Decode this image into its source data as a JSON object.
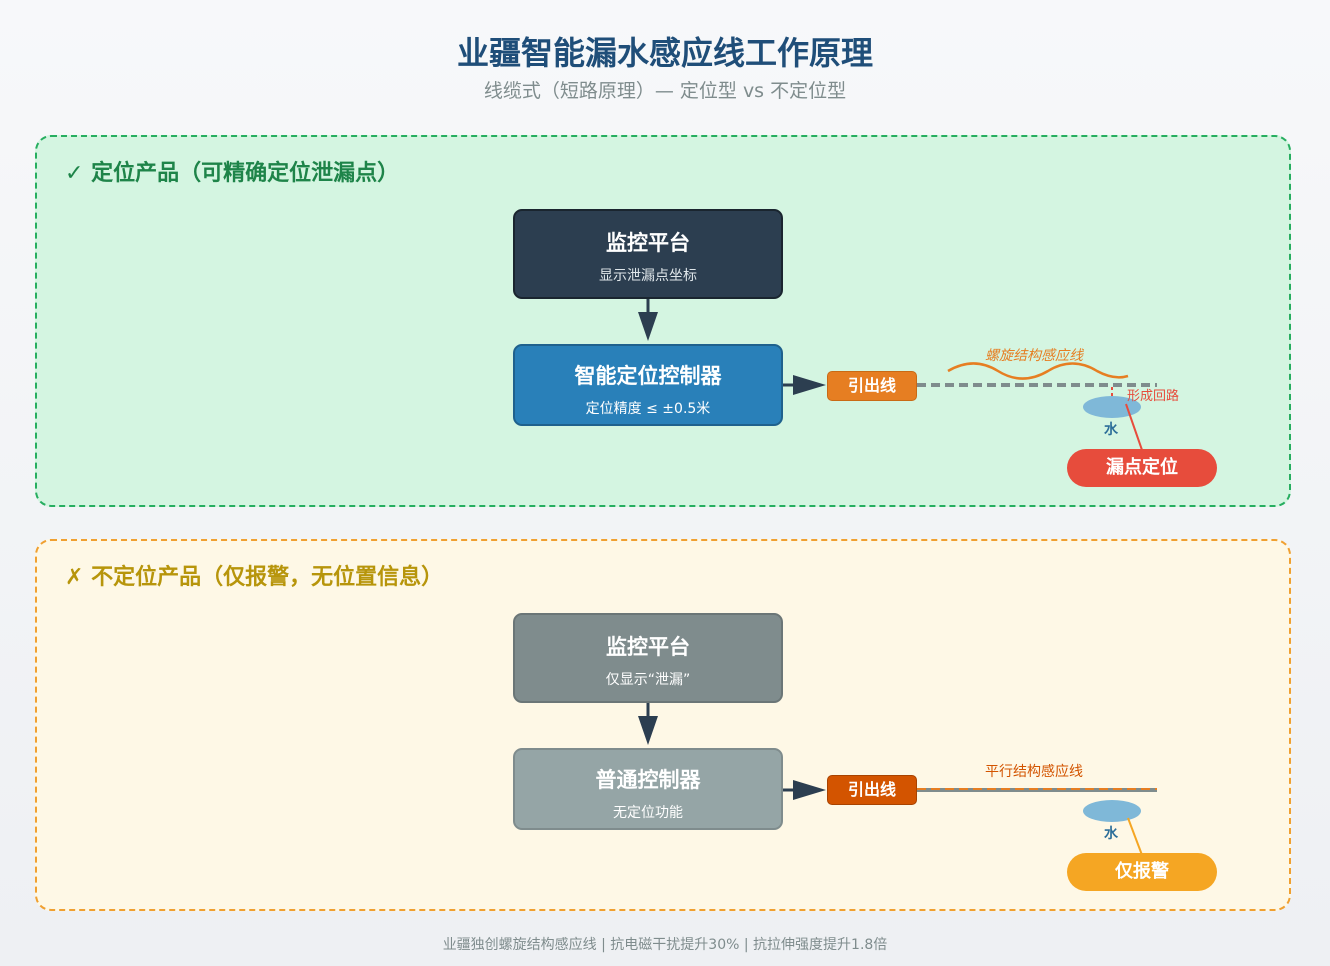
{
  "header": {
    "title": "业疆智能漏水感应线工作原理",
    "subtitle": "线缆式（短路原理）— 定位型 vs 不定位型"
  },
  "locating_panel": {
    "title": "✓ 定位产品（可精确定位泄漏点）",
    "platform": {
      "title": "监控平台",
      "desc": "显示泄漏点坐标"
    },
    "controller": {
      "title": "智能定位控制器",
      "desc": "定位精度 ≤ ±0.5米"
    },
    "lead": "引出线",
    "cable_label": "螺旋结构感应线",
    "circuit_label": "形成回路",
    "water": "水",
    "result": "漏点定位"
  },
  "nonlocating_panel": {
    "title": "✗ 不定位产品（仅报警，无位置信息）",
    "platform": {
      "title": "监控平台",
      "desc": "仅显示“泄漏”"
    },
    "controller": {
      "title": "普通控制器",
      "desc": "无定位功能"
    },
    "lead": "引出线",
    "cable_label": "平行结构感应线",
    "water": "水",
    "result": "仅报警"
  },
  "footer": "业疆独创螺旋结构感应线 | 抗电磁干扰提升30% | 抗拉伸强度提升1.8倍",
  "colors": {
    "platform_dark": "#2c3e50",
    "controller_blue": "#2980b9",
    "lead_orange": "#e67e22",
    "lead_dark_orange": "#d35400",
    "result_red": "#e74c3c",
    "result_amber": "#f5a623",
    "platform_gray": "#7f8c8d",
    "controller_gray": "#95a5a6",
    "water_blue": "#7fb8d8"
  }
}
